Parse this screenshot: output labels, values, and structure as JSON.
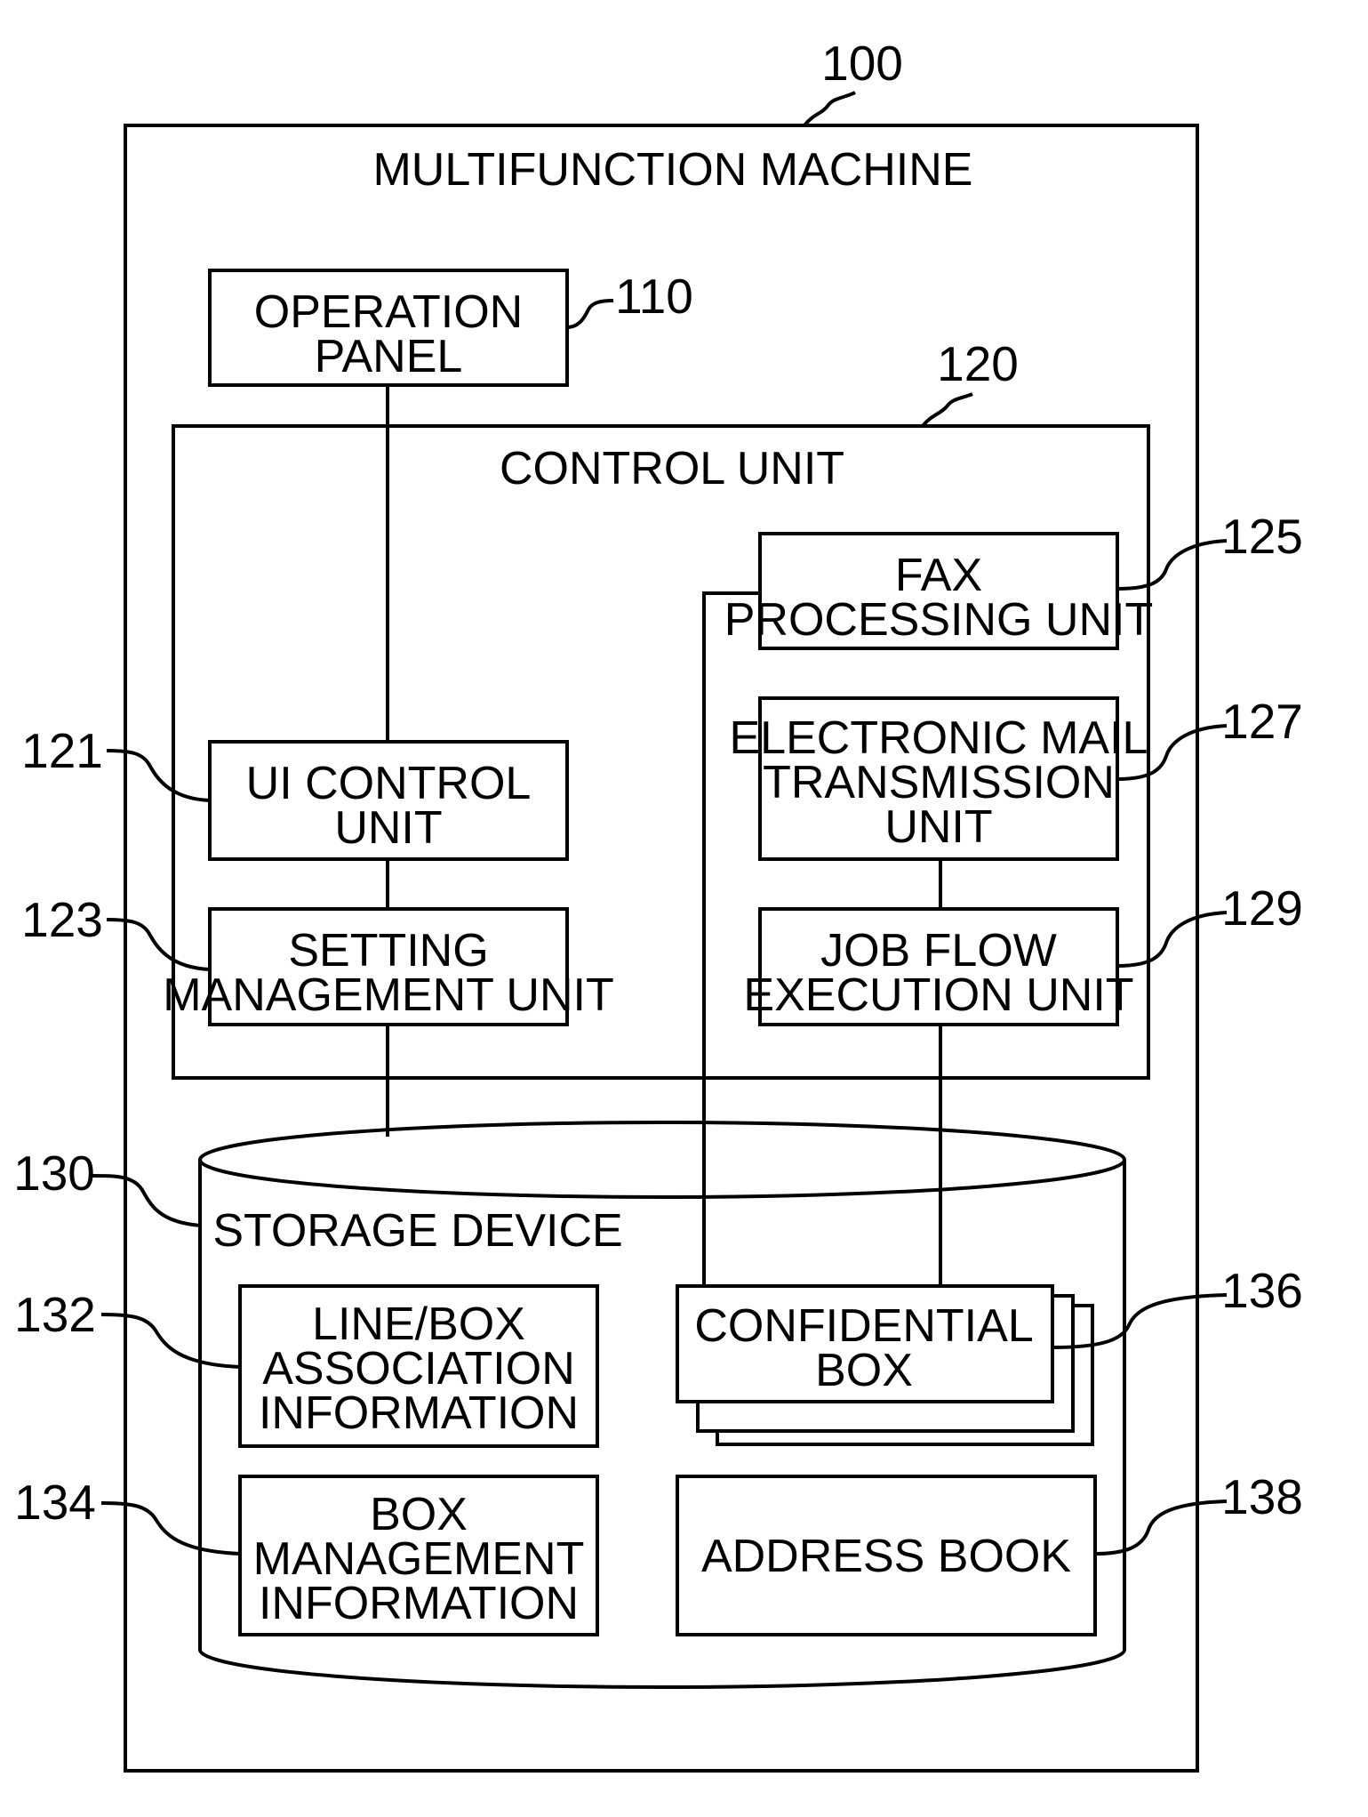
{
  "figure": {
    "machine": {
      "ref": "100",
      "title": "MULTIFUNCTION MACHINE"
    },
    "operation_panel": {
      "ref": "110",
      "lines": [
        "OPERATION",
        "PANEL"
      ]
    },
    "control_unit": {
      "ref": "120",
      "title": "CONTROL UNIT"
    },
    "ui_control_unit": {
      "ref": "121",
      "lines": [
        "UI CONTROL",
        "UNIT"
      ]
    },
    "setting_management_unit": {
      "ref": "123",
      "lines": [
        "SETTING",
        "MANAGEMENT UNIT"
      ]
    },
    "fax_processing_unit": {
      "ref": "125",
      "lines": [
        "FAX",
        "PROCESSING UNIT"
      ]
    },
    "email_transmission_unit": {
      "ref": "127",
      "lines": [
        "ELECTRONIC MAIL",
        "TRANSMISSION",
        "UNIT"
      ]
    },
    "job_flow_execution_unit": {
      "ref": "129",
      "lines": [
        "JOB FLOW",
        "EXECUTION UNIT"
      ]
    },
    "storage_device": {
      "ref": "130",
      "title": "STORAGE DEVICE"
    },
    "line_box_association_info": {
      "ref": "132",
      "lines": [
        "LINE/BOX",
        "ASSOCIATION",
        "INFORMATION"
      ]
    },
    "box_management_info": {
      "ref": "134",
      "lines": [
        "BOX",
        "MANAGEMENT",
        "INFORMATION"
      ]
    },
    "confidential_box": {
      "ref": "136",
      "lines": [
        "CONFIDENTIAL",
        "BOX"
      ]
    },
    "address_book": {
      "ref": "138",
      "lines": [
        "ADDRESS BOOK"
      ]
    }
  }
}
